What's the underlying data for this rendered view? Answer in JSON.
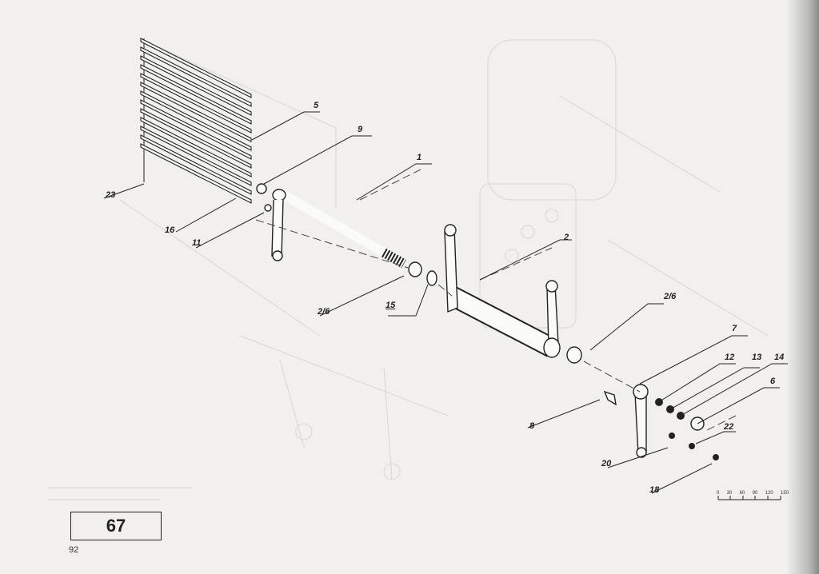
{
  "page": {
    "box_number": "67",
    "page_number": "92"
  },
  "scale_bar": {
    "ticks": [
      "0",
      "30",
      "60",
      "90",
      "120",
      "150"
    ]
  },
  "callouts": [
    "23",
    "5",
    "9",
    "1",
    "16",
    "11",
    "2",
    "2/6",
    "15",
    "2/6",
    "7",
    "12",
    "13",
    "14",
    "6",
    "8",
    "22",
    "20",
    "18"
  ]
}
